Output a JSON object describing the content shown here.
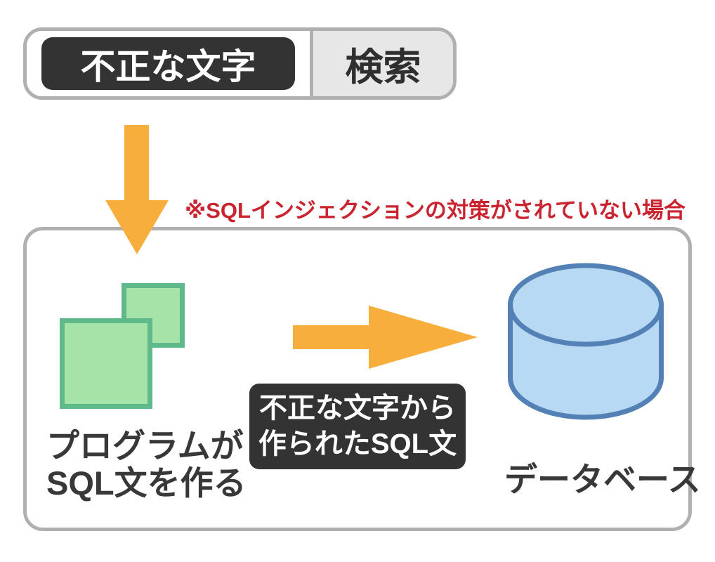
{
  "search_bar": {
    "query_text": "不正な文字",
    "button_label": "検索"
  },
  "annotation": {
    "note": "※SQLインジェクションの対策がされていない場合"
  },
  "flow": {
    "program_label_line1": "プログラムが",
    "program_label_line2": "SQL文を作る",
    "sql_box_line1": "不正な文字から",
    "sql_box_line2": "作られたSQL文",
    "database_label": "データベース"
  },
  "colors": {
    "arrow_orange": "#f7ae3d",
    "square_fill_green": "#a5e3a9",
    "square_border_green": "#5fb98b",
    "cylinder_fill_blue": "#b7d9f4",
    "cylinder_border_blue": "#5380b5",
    "dark_box": "#333333",
    "outline_gray": "#b0b0b0",
    "button_gray": "#e7e7e7",
    "warning_red": "#c9242f",
    "label_text": "#383838"
  }
}
